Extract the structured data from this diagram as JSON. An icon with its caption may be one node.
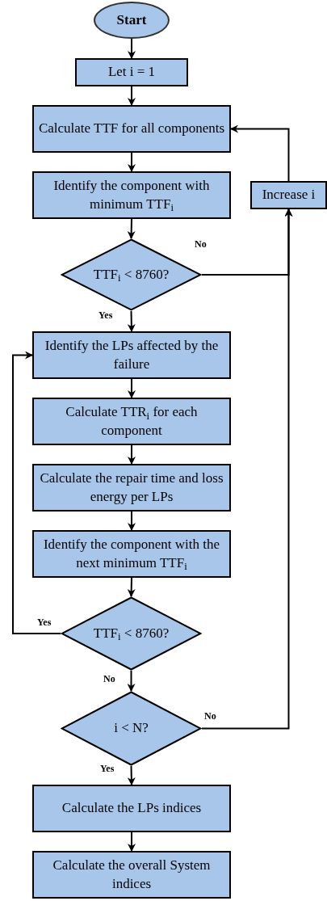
{
  "diagram": {
    "nodes": [
      {
        "text": [
          "Start"
        ]
      },
      {
        "text": [
          "Let i = 1"
        ]
      },
      {
        "text": [
          "Calculate TTF for all components"
        ]
      },
      {
        "text": [
          "Identify the component with minimum TTF$_{i}$"
        ]
      },
      {
        "text": [
          "Increase i"
        ]
      },
      {
        "text": [
          "TTF$_{i}$ < 8760?"
        ]
      },
      {
        "text": [
          "Identify the LPs affected by the failure"
        ]
      },
      {
        "text": [
          "Calculate TTR$_{i}$ for each component"
        ]
      },
      {
        "text": [
          "Calculate the repair time and loss energy per LPs"
        ]
      },
      {
        "text": [
          "Identify the component with the next minimum TTF$_{i}$"
        ]
      },
      {
        "text": [
          "TTF$_{i}$ < 8760?"
        ]
      },
      {
        "text": [
          "i < N?"
        ]
      },
      {
        "text": [
          "Calculate the LPs indices"
        ]
      },
      {
        "text": [
          "Calculate the overall System indices"
        ]
      }
    ],
    "edges": [
      {
        "from": 0,
        "to": 1,
        "arrow": "to"
      },
      {
        "from": 1,
        "to": 2,
        "arrow": "to"
      },
      {
        "from": 2,
        "to": 3,
        "arrow": "to"
      },
      {
        "from": 3,
        "to": 5,
        "arrow": "to"
      },
      {
        "from": 5,
        "to": 6,
        "arrow": "to",
        "label": "Yes"
      },
      {
        "from": 5,
        "to": 4,
        "arrow": "to",
        "label": "No"
      },
      {
        "from": 4,
        "to": 2,
        "arrow": "to"
      },
      {
        "from": 6,
        "to": 7,
        "arrow": "to"
      },
      {
        "from": 7,
        "to": 8,
        "arrow": "to"
      },
      {
        "from": 8,
        "to": 9,
        "arrow": "to"
      },
      {
        "from": 9,
        "to": 10,
        "arrow": "to"
      },
      {
        "from": 10,
        "to": 6,
        "arrow": "to",
        "label": "Yes"
      },
      {
        "from": 10,
        "to": 11,
        "arrow": "to",
        "label": "No"
      },
      {
        "from": 11,
        "to": 4,
        "arrow": "to",
        "label": "No"
      },
      {
        "from": 11,
        "to": 12,
        "arrow": "to",
        "label": "Yes"
      },
      {
        "from": 12,
        "to": 13,
        "arrow": "to"
      }
    ]
  }
}
